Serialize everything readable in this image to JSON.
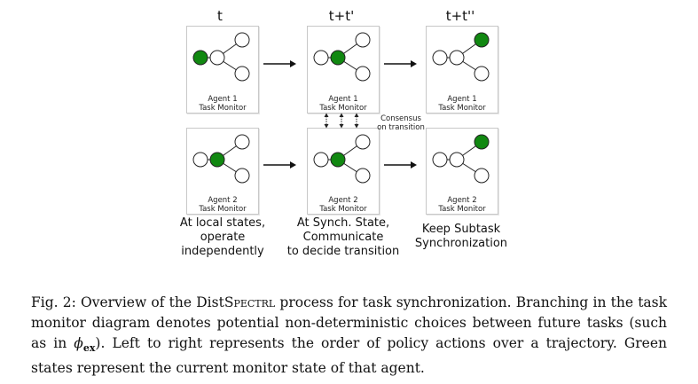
{
  "columns": {
    "t0": "t",
    "t1": "t+t'",
    "t2": "t+t''"
  },
  "agents": {
    "agent1_line1": "Agent 1",
    "agent2_line1": "Agent 2",
    "line2": "Task Monitor"
  },
  "consensus": {
    "line1": "Consensus",
    "line2": "on transition"
  },
  "captions": {
    "c0": [
      "At local states,",
      "operate",
      "independently"
    ],
    "c1": [
      "At Synch. State,",
      "Communicate",
      "to decide transition"
    ],
    "c2": [
      "Keep Subtask",
      "Synchronization"
    ]
  },
  "figure_caption": {
    "prefix": "Fig. 2: Overview of the ",
    "name_start": "Dist",
    "name_sc": "Spectrl",
    "text1": " process for task synchronization. Branching in the task monitor diagram denotes potential non-deterministic choices between future tasks (such as in ",
    "math_symbol": "ϕ",
    "math_sub": "ex",
    "text2": "). Left to right represents the order of policy actions over a trajectory. Green states represent the current monitor state of that agent."
  },
  "colors": {
    "active_state": "#118811",
    "inactive_state": "#ffffff",
    "stroke": "#222222"
  },
  "state_indicator": {
    "agent1": [
      "left",
      "middle",
      "top"
    ],
    "agent2": [
      "middle",
      "middle",
      "top"
    ]
  }
}
